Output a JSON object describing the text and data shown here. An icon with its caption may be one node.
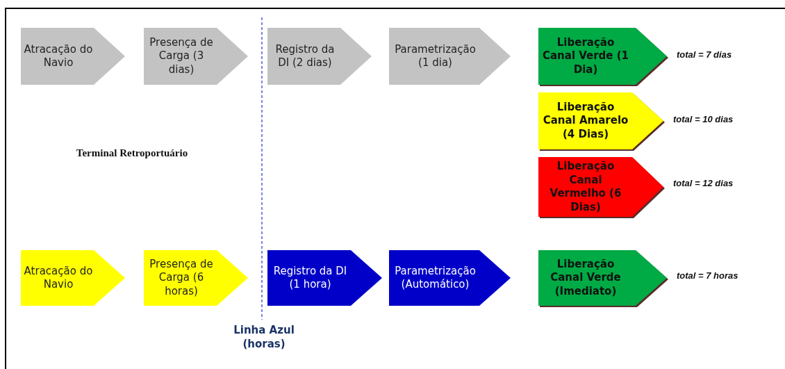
{
  "diagram": {
    "nodes": [
      {
        "text": [
          "Atracação do Navio"
        ]
      },
      {
        "text": [
          "Presença de Carga (3 dias)"
        ]
      },
      {
        "text": [
          "Registro da DI (2 dias)"
        ]
      },
      {
        "text": [
          "Parametrização (1 dia)"
        ]
      },
      {
        "text": [
          "Liberação Canal Verde (1 Dia)"
        ],
        "beside": [
          "total = 7 dias"
        ]
      },
      {
        "text": [
          "Liberação Canal Amarelo (4 Dias)"
        ],
        "beside": [
          "total = 10 dias"
        ]
      },
      {
        "text": [
          "Liberação Canal Vermelho (6 Dias)"
        ],
        "beside": [
          "total = 12 dias"
        ]
      },
      {
        "text": [
          "Atracação do Navio"
        ]
      },
      {
        "text": [
          "Presença de Carga (6 horas)"
        ]
      },
      {
        "text": [
          "Registro da DI (1 hora)"
        ]
      },
      {
        "text": [
          "Parametrização (Automático)"
        ]
      },
      {
        "text": [
          "Liberação Canal Verde (Imediato)"
        ],
        "beside": [
          "total = 7 horas"
        ]
      }
    ],
    "labels": [
      "Terminal Retroportuário",
      "Linha Azul (horas)"
    ]
  }
}
